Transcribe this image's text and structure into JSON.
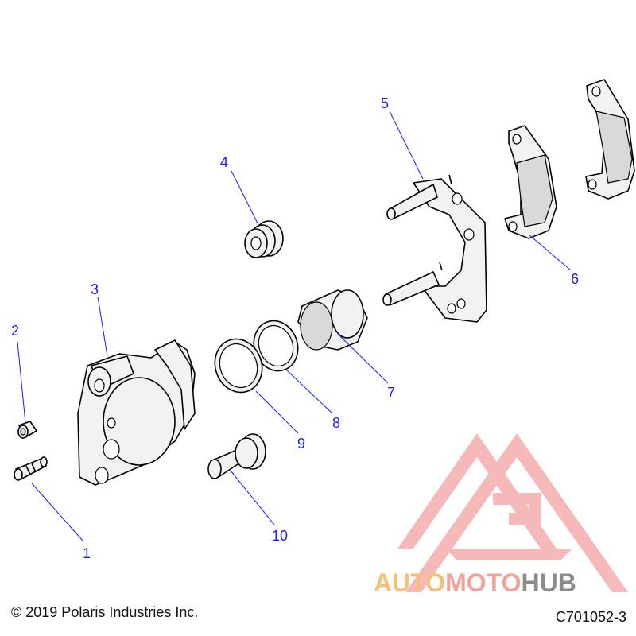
{
  "callouts": {
    "c1": "1",
    "c2": "2",
    "c3": "3",
    "c4": "4",
    "c5": "5",
    "c6": "6",
    "c7": "7",
    "c8": "8",
    "c9": "9",
    "c10": "10"
  },
  "footer": {
    "copyright": "© 2019 Polaris Industries Inc.",
    "drawing_number": "C701052-3"
  },
  "watermark": {
    "part1": "AUTO",
    "part2": "MOTO",
    "part3": "HUB",
    "colors": {
      "auto": "#f6c07a",
      "moto": "#f3a39a",
      "hub": "#8c8c8c",
      "logo": "#f08080"
    }
  },
  "colors": {
    "callout": "#1a1aff",
    "line": "#000000"
  }
}
